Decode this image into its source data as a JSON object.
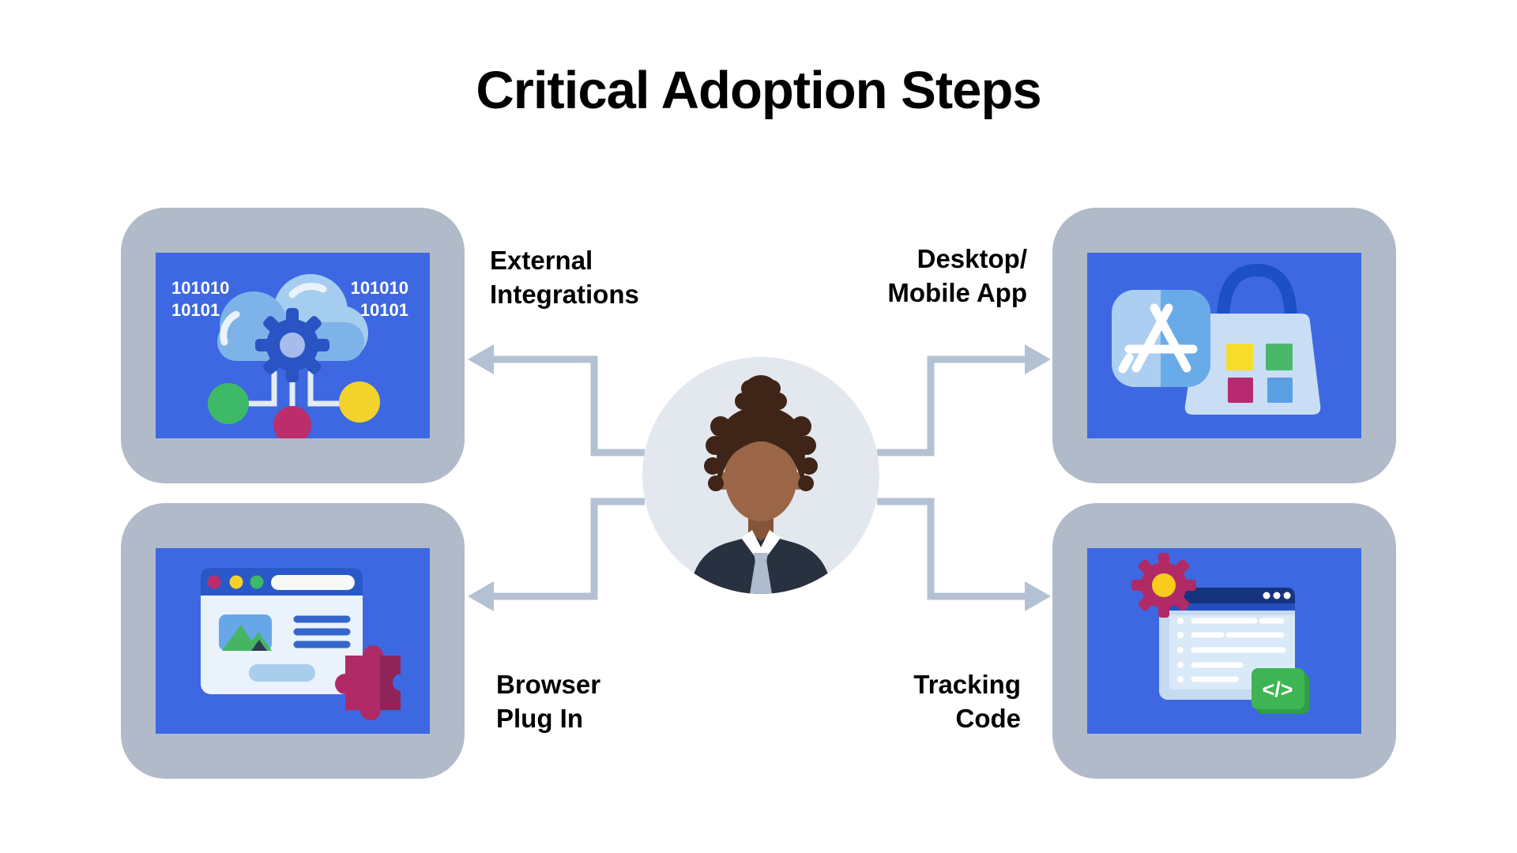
{
  "title": "Critical Adoption Steps",
  "avatar": {
    "description": "business person with hair bun, dark suit and tie"
  },
  "steps": [
    {
      "id": "external-integrations",
      "position": "top-left",
      "label_lines": [
        "External",
        "Integrations"
      ],
      "illustration": "cloud-gear-network",
      "binary_left": [
        "101010",
        "10101"
      ],
      "binary_right": [
        "101010",
        "10101"
      ]
    },
    {
      "id": "desktop-mobile-app",
      "position": "top-right",
      "label_lines": [
        "Desktop/",
        "Mobile App"
      ],
      "illustration": "app-store-shopping-bag"
    },
    {
      "id": "browser-plug-in",
      "position": "bottom-left",
      "label_lines": [
        "Browser",
        "Plug In"
      ],
      "illustration": "browser-window-puzzle-piece"
    },
    {
      "id": "tracking-code",
      "position": "bottom-right",
      "label_lines": [
        "Tracking",
        "Code"
      ],
      "illustration": "code-window-gear",
      "code_badge": "</>"
    }
  ],
  "colors": {
    "background": "#ffffff",
    "text": "#000000",
    "card_frame": "#b1bac8",
    "screen_blue": "#3d68e1",
    "connector": "#b4c1d4",
    "avatar_circle": "#e3e8ef",
    "cloud_blue": "#7db3e8",
    "cloud_light": "#a5cdf0",
    "gear_blue": "#2a54c4",
    "node_green": "#3db968",
    "node_magenta": "#bb2e6b",
    "node_yellow": "#f2d22b",
    "bag_handle_blue": "#1d4fc7",
    "puzzle_magenta": "#b02a66",
    "badge_green": "#3fb454"
  }
}
